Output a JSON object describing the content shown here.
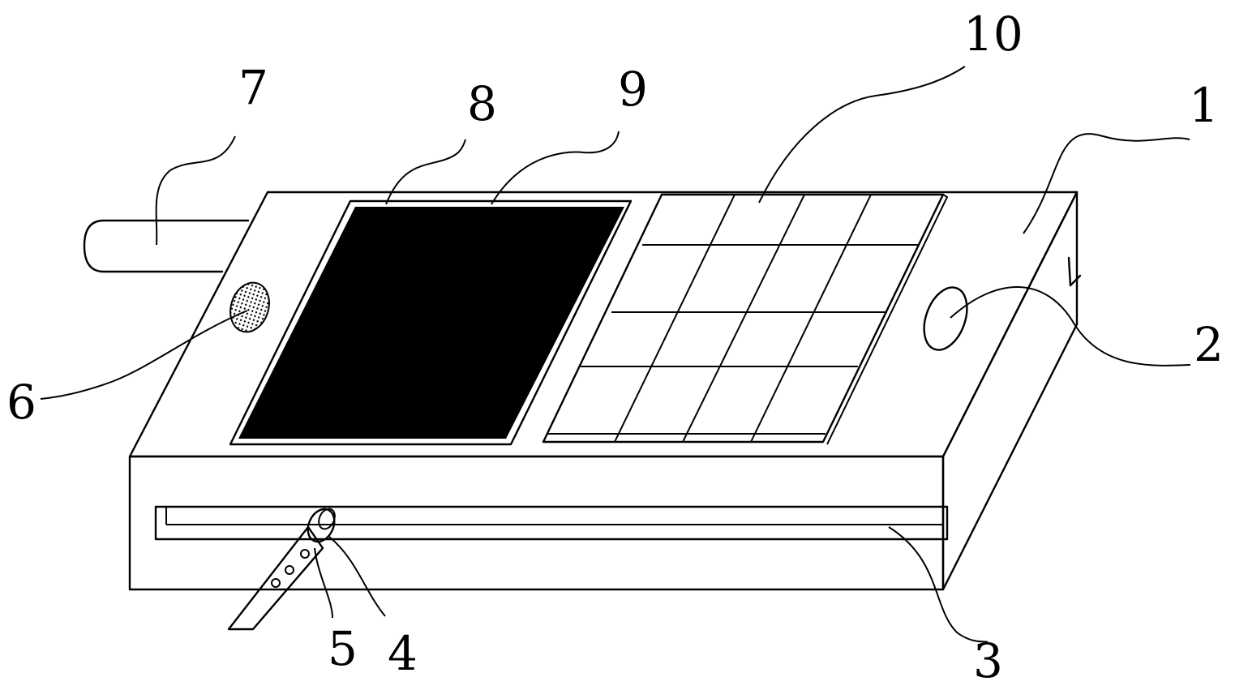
{
  "diagram": {
    "callouts": [
      {
        "id": "1",
        "text": "1"
      },
      {
        "id": "2",
        "text": "2"
      },
      {
        "id": "3",
        "text": "3"
      },
      {
        "id": "4",
        "text": "4"
      },
      {
        "id": "5",
        "text": "5"
      },
      {
        "id": "6",
        "text": "6"
      },
      {
        "id": "7",
        "text": "7"
      },
      {
        "id": "8",
        "text": "8"
      },
      {
        "id": "9",
        "text": "9"
      },
      {
        "id": "10",
        "text": "10"
      }
    ],
    "keypad": {
      "rows": 4,
      "cols": 4
    },
    "colors": {
      "line": "#000000",
      "screen": "#000000",
      "background": "#ffffff",
      "speaker": "#888888"
    }
  }
}
